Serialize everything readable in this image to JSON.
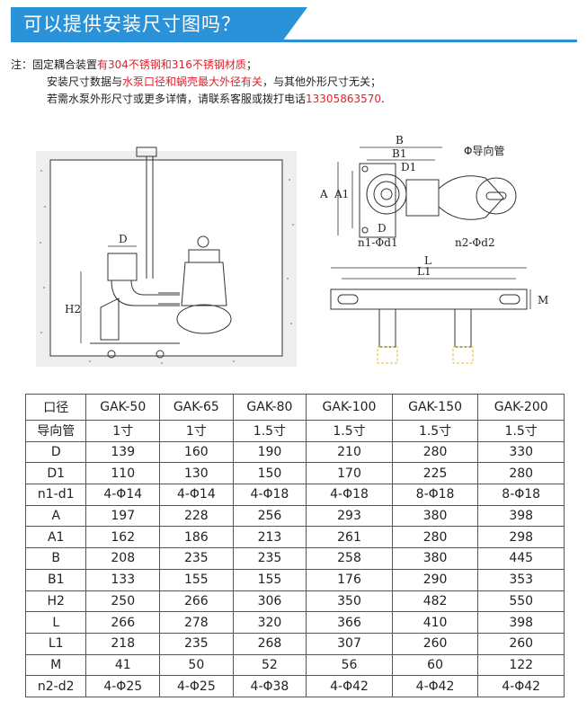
{
  "header": {
    "title": "可以提供安装尺寸图吗？",
    "accent_color": "#2a92d8"
  },
  "note": {
    "line1_prefix": "注：固定耦合装置",
    "line1_red": "有304不锈钢和316不锈钢材质",
    "line1_suffix": "；",
    "line2_prefix": "安装尺寸数据与",
    "line2_red": "水泵口径和蜗壳最大外径有关",
    "line2_suffix": "，与其他外形尺寸无关；",
    "line3_prefix": "若需水泵外形尺寸或更多详情，请联系客服或拨打电话",
    "line3_red": "13305863570",
    "line3_suffix": "."
  },
  "figure": {
    "label_D": "D",
    "label_H2": "H2",
    "label_B": "B",
    "label_B1": "B1",
    "label_A": "A",
    "label_A1": "A1",
    "label_D1": "D1",
    "label_D_top": "D",
    "label_guide": "Φ导向管",
    "label_n1": "n1-Φd1",
    "label_n2": "n2-Φd2",
    "label_L": "L",
    "label_L1": "L1",
    "label_M": "M"
  },
  "table": {
    "columns": [
      "口径",
      "GAK-50",
      "GAK-65",
      "GAK-80",
      "GAK-100",
      "GAK-150",
      "GAK-200"
    ],
    "rows": [
      [
        "导向管",
        "1寸",
        "1寸",
        "1.5寸",
        "1.5寸",
        "1.5寸",
        "1.5寸"
      ],
      [
        "D",
        "139",
        "160",
        "190",
        "210",
        "280",
        "330"
      ],
      [
        "D1",
        "110",
        "130",
        "150",
        "170",
        "225",
        "280"
      ],
      [
        "n1-d1",
        "4-Φ14",
        "4-Φ14",
        "4-Φ18",
        "4-Φ18",
        "8-Φ18",
        "8-Φ18"
      ],
      [
        "A",
        "197",
        "228",
        "256",
        "293",
        "380",
        "398"
      ],
      [
        "A1",
        "162",
        "186",
        "213",
        "261",
        "280",
        "298"
      ],
      [
        "B",
        "208",
        "235",
        "235",
        "258",
        "380",
        "445"
      ],
      [
        "B1",
        "133",
        "155",
        "155",
        "176",
        "290",
        "353"
      ],
      [
        "H2",
        "250",
        "266",
        "306",
        "350",
        "482",
        "550"
      ],
      [
        "L",
        "266",
        "278",
        "320",
        "366",
        "410",
        "398"
      ],
      [
        "L1",
        "218",
        "235",
        "268",
        "307",
        "260",
        "260"
      ],
      [
        "M",
        "41",
        "50",
        "52",
        "56",
        "60",
        "122"
      ],
      [
        "n2-d2",
        "4-Φ25",
        "4-Φ25",
        "4-Φ38",
        "4-Φ42",
        "4-Φ42",
        "4-Φ42"
      ]
    ]
  }
}
